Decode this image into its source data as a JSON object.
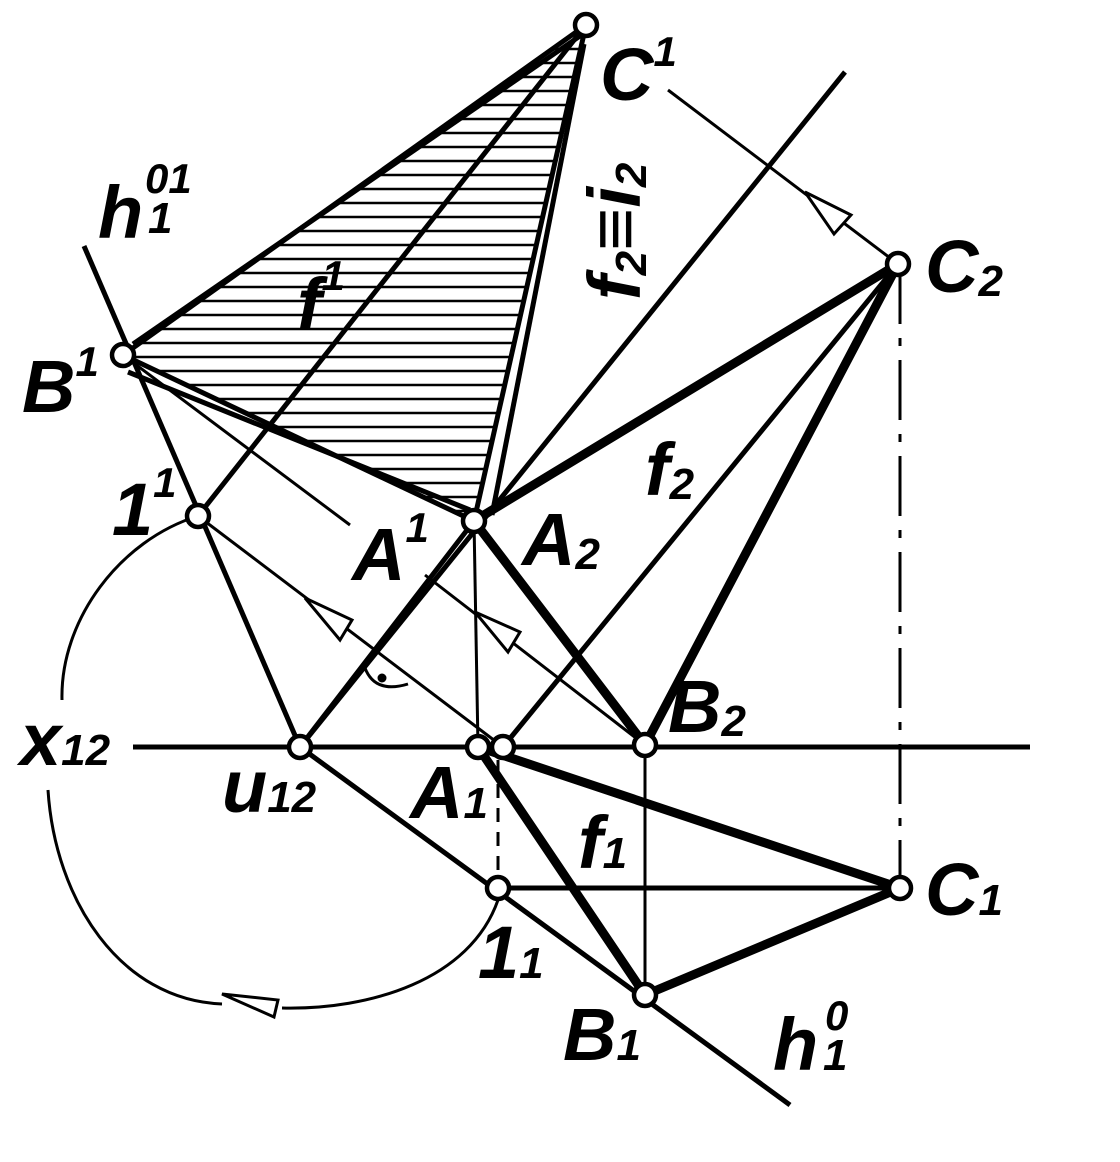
{
  "figure": {
    "labels": {
      "C1_upper": {
        "main": "C",
        "sup": "1"
      },
      "C2": {
        "main": "C",
        "sub": "2"
      },
      "B1_upper": {
        "main": "B",
        "sup": "1"
      },
      "h01": {
        "main": "h",
        "sup": "01",
        "sub": "1"
      },
      "f_upper": {
        "main": "f",
        "sup": "1"
      },
      "f2_i2": {
        "main": "f",
        "sub": "2",
        "equiv": "≡",
        "main2": "i",
        "sub2": "2"
      },
      "one_upper": {
        "main": "1",
        "sup": "1"
      },
      "A_upper": {
        "main": "A",
        "sup": "1"
      },
      "A2": {
        "main": "A",
        "sub": "2"
      },
      "f2": {
        "main": "f",
        "sub": "2"
      },
      "B2": {
        "main": "B",
        "sub": "2"
      },
      "x12": {
        "main": "x",
        "sub": "12"
      },
      "u12": {
        "main": "u",
        "sub": "12"
      },
      "A1": {
        "main": "A",
        "sub": "1"
      },
      "f1": {
        "main": "f",
        "sub": "1"
      },
      "C1": {
        "main": "C",
        "sub": "1"
      },
      "one1": {
        "main": "1",
        "sub": "1"
      },
      "B1": {
        "main": "B",
        "sub": "1"
      },
      "h0": {
        "main": "h",
        "sup": "0",
        "sub": "1"
      }
    },
    "colors": {
      "ink": "#000000",
      "background": "#ffffff"
    }
  }
}
